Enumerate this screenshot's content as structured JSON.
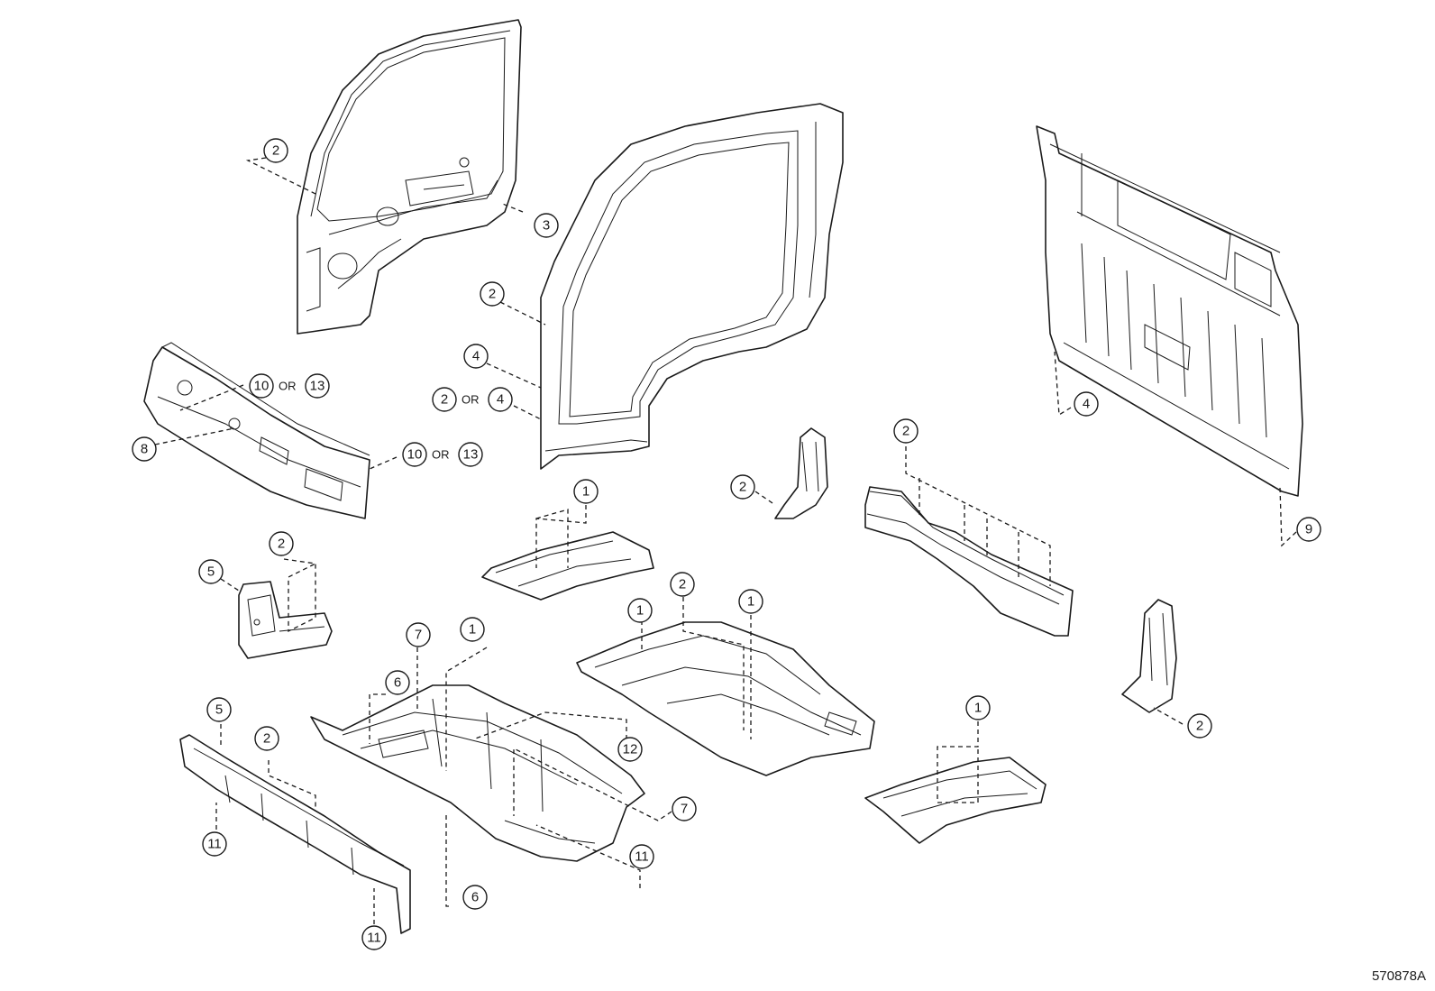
{
  "diagram": {
    "reference_code": "570878A",
    "or_label": "OR",
    "callouts": {
      "c1": "1",
      "c2": "2",
      "c3": "3",
      "c4": "4",
      "c5": "5",
      "c6": "6",
      "c7": "7",
      "c8": "8",
      "c9": "9",
      "c10": "10",
      "c11": "11",
      "c12": "12",
      "c13": "13"
    }
  }
}
